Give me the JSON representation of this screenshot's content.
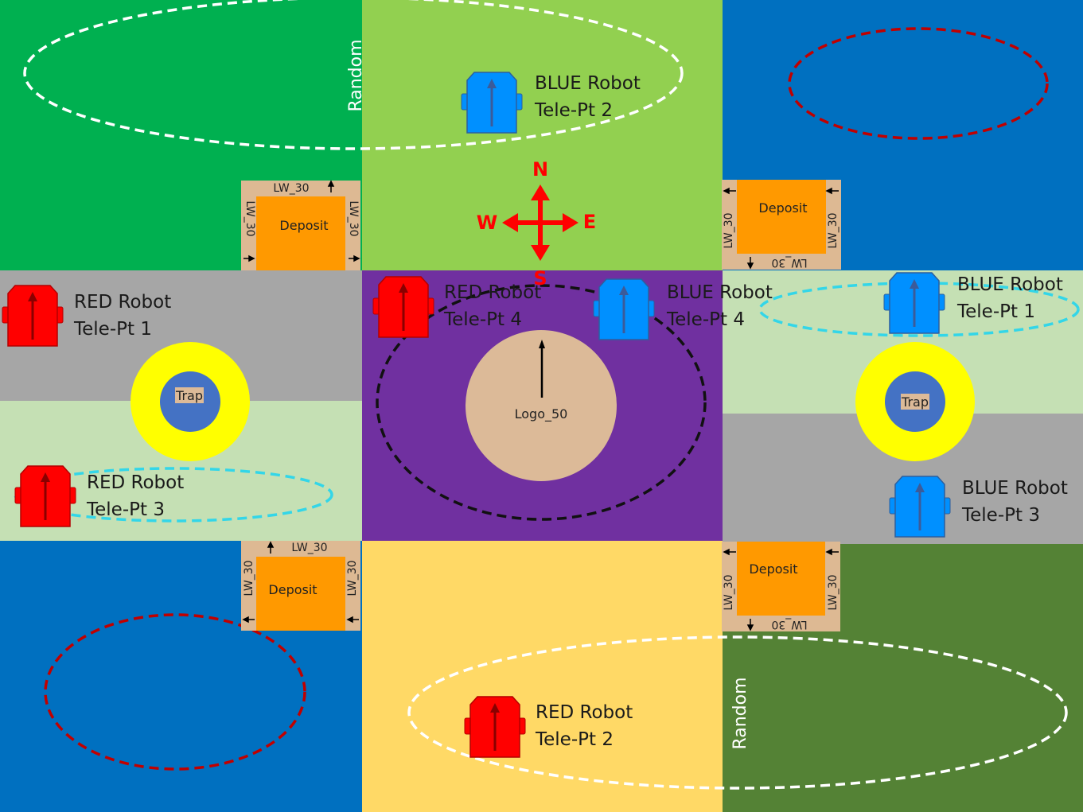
{
  "title": "",
  "colors": {
    "green_dark": "#00b050",
    "green_light": "#92d050",
    "blue": "#0070c0",
    "gray": "#a6a6a6",
    "pale_green": "#c5e0b4",
    "purple": "#7030a0",
    "yellow": "#ffd966",
    "olive": "#548235",
    "deposit_orange": "#ff9900",
    "deposit_tan": "#ddb993",
    "logo_tan": "#dcba98",
    "trap_blue": "#4472c4",
    "trap_yellow": "#ffff00",
    "red_robot": "#ff0000",
    "blue_robot": "#0090ff",
    "zone_white": "#ffffff",
    "zone_red": "#c00000",
    "zone_cyan": "#33d6e8",
    "zone_black": "#111111",
    "compass": "#ff0000"
  },
  "labels": {
    "random": "Random",
    "deposit": "Deposit",
    "lw": "LW_30",
    "trap": "Trap",
    "logo": "Logo_50",
    "compass": {
      "n": "N",
      "s": "S",
      "e": "E",
      "w": "W"
    }
  },
  "robots": {
    "blue_tp2": {
      "line1": "BLUE Robot",
      "line2": "Tele-Pt 2"
    },
    "red_tp1": {
      "line1": "RED Robot",
      "line2": "Tele-Pt 1"
    },
    "red_tp4": {
      "line1": "RED Robot",
      "line2": "Tele-Pt 4"
    },
    "blue_tp4": {
      "line1": "BLUE Robot",
      "line2": "Tele-Pt 4"
    },
    "blue_tp1": {
      "line1": "BLUE Robot",
      "line2": "Tele-Pt 1"
    },
    "red_tp3": {
      "line1": "RED Robot",
      "line2": "Tele-Pt 3"
    },
    "blue_tp3": {
      "line1": "BLUE Robot",
      "line2": "Tele-Pt 3"
    },
    "red_tp2": {
      "line1": "RED Robot",
      "line2": "Tele-Pt 2"
    }
  }
}
